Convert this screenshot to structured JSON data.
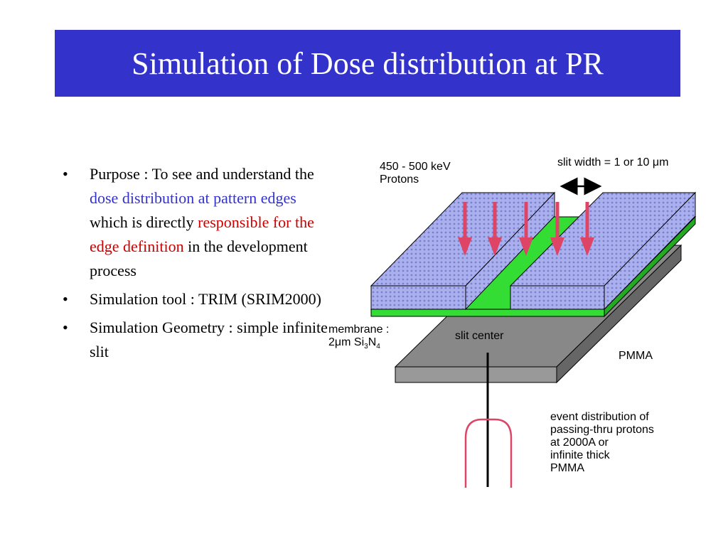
{
  "title": "Simulation of Dose distribution at PR",
  "bullets": [
    {
      "p1": "Purpose : To see and understand the ",
      "blue": "dose distribution at pattern edges",
      "p2": " which is directly ",
      "red": "responsible for the edge definition",
      "p3": " in the development process"
    },
    {
      "text": "Simulation tool : TRIM (SRIM2000)"
    },
    {
      "text": "Simulation Geometry : simple infinite slit"
    }
  ],
  "bullet_glyph": "•",
  "diagram": {
    "protons_line1": "450 - 500 keV",
    "protons_line2": "Protons",
    "slit_width": "slit width = 1 or 10 μm",
    "membrane_line1": "membrane :",
    "membrane_line2_a": "2μm Si",
    "membrane_sub1": "3",
    "membrane_n": "N",
    "membrane_sub2": "4",
    "slit_center": "slit center",
    "pmma": "PMMA",
    "event_lines": [
      "event distribution of",
      "passing-thru protons",
      "at 2000A or",
      "infinite thick",
      "PMMA"
    ]
  },
  "colors": {
    "title_bg": "#3333cc",
    "highlight_blue": "#3333cc",
    "highlight_red": "#cc0000",
    "membrane_green": "#33dd33",
    "pmma_gray": "#888888",
    "resist_lavender": "#aab0ee",
    "arrow_red": "#dd4466"
  }
}
